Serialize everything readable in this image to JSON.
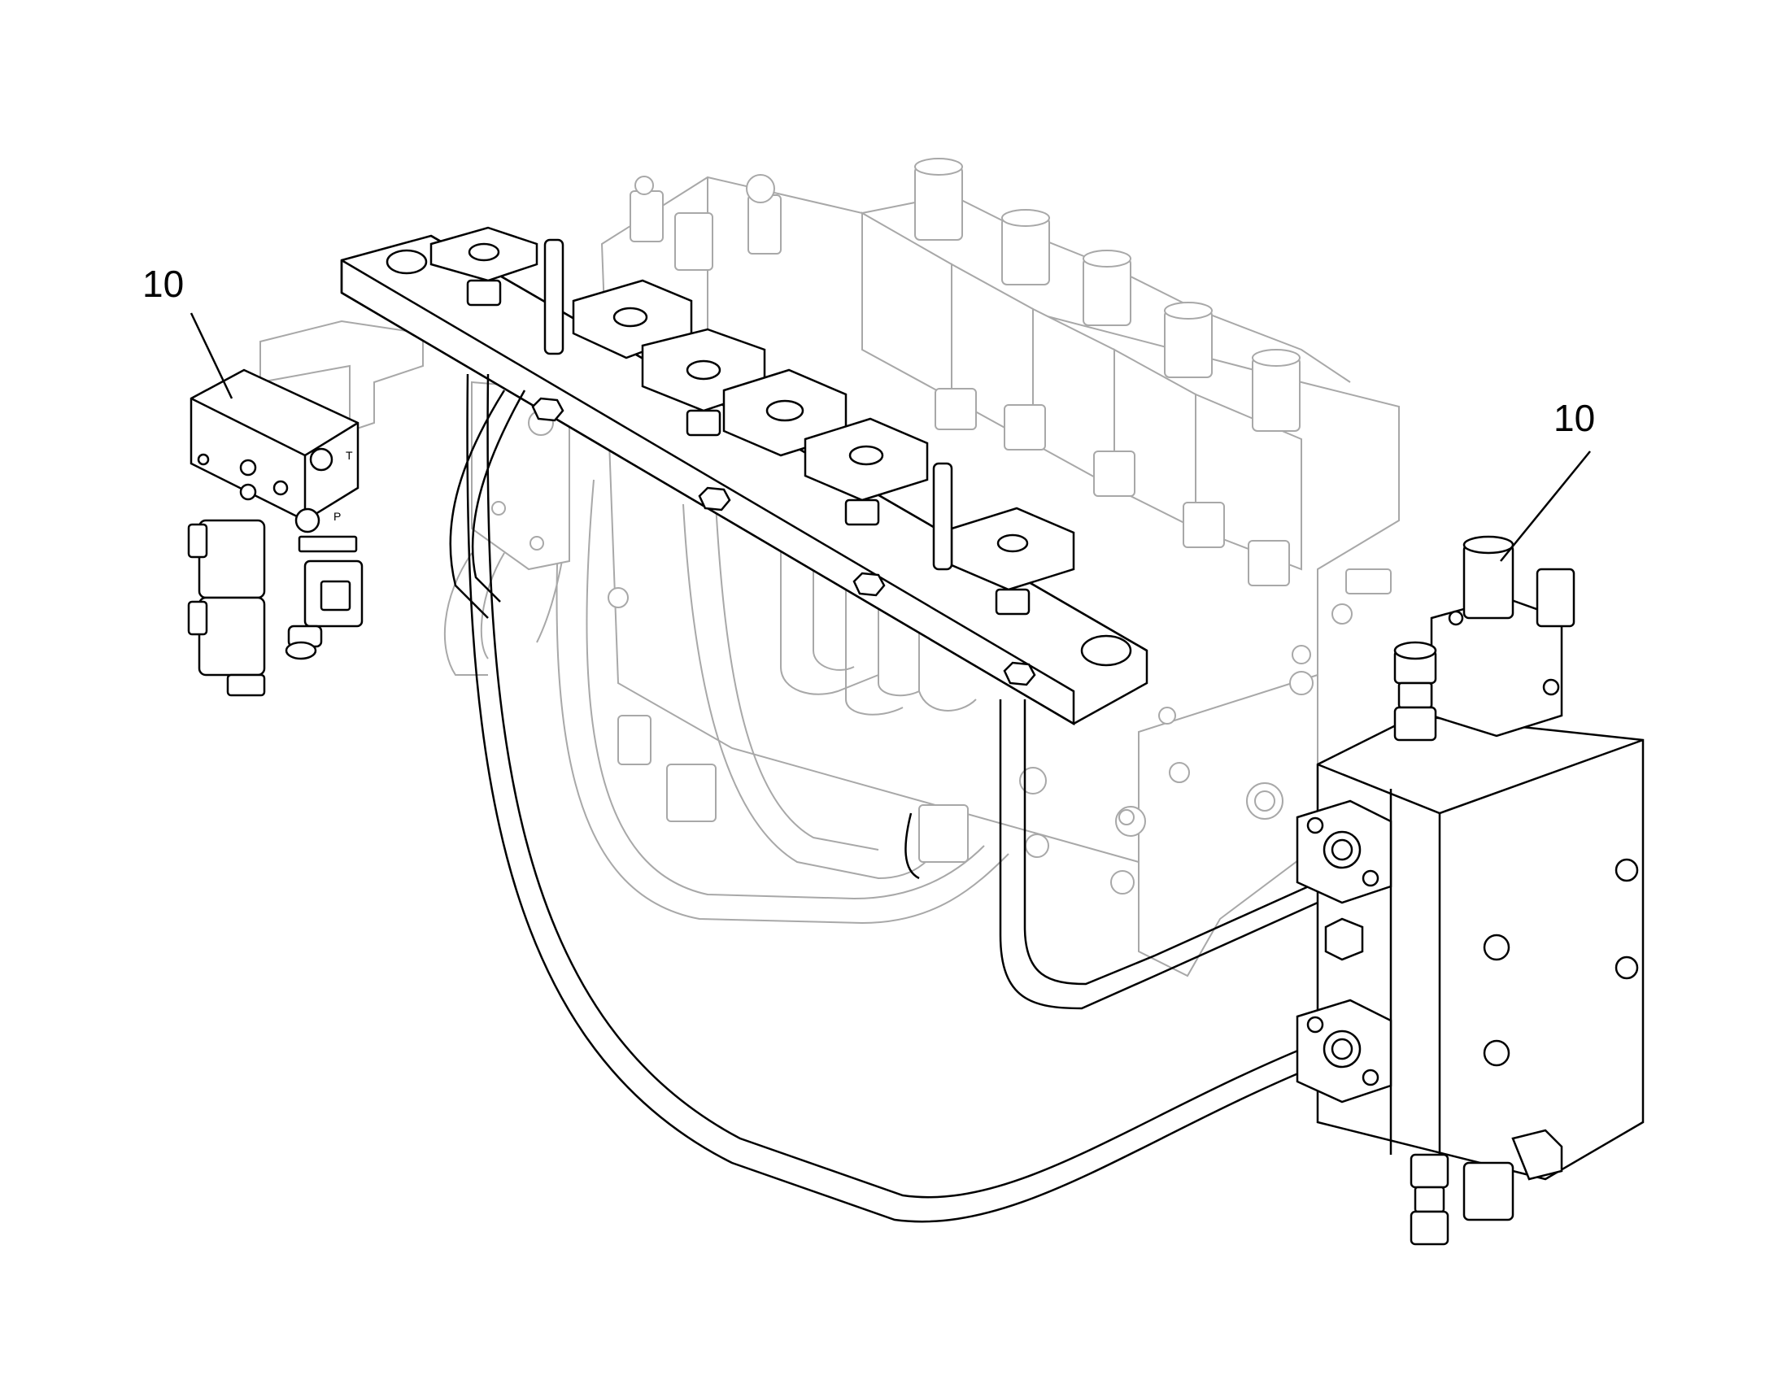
{
  "callouts": [
    {
      "id": "left-valve",
      "label": "10"
    },
    {
      "id": "right-valve",
      "label": "10"
    }
  ],
  "port_letters": {
    "t": "T",
    "p": "P"
  },
  "colors": {
    "foreground_line": "#000000",
    "background_line": "#a8a8a8",
    "background": "#ffffff"
  }
}
